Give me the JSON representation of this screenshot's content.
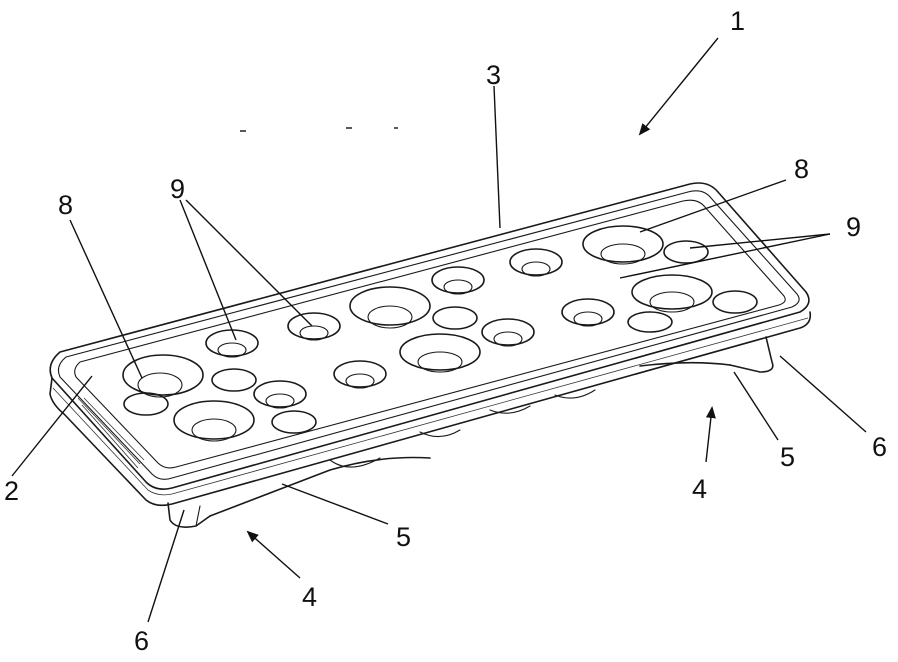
{
  "labels": {
    "l1": "1",
    "l2": "2",
    "l3": "3",
    "l4a": "4",
    "l4b": "4",
    "l5a": "5",
    "l5b": "5",
    "l6a": "6",
    "l6b": "6",
    "l8a": "8",
    "l8b": "8",
    "l9a": "9",
    "l9b": "9"
  }
}
